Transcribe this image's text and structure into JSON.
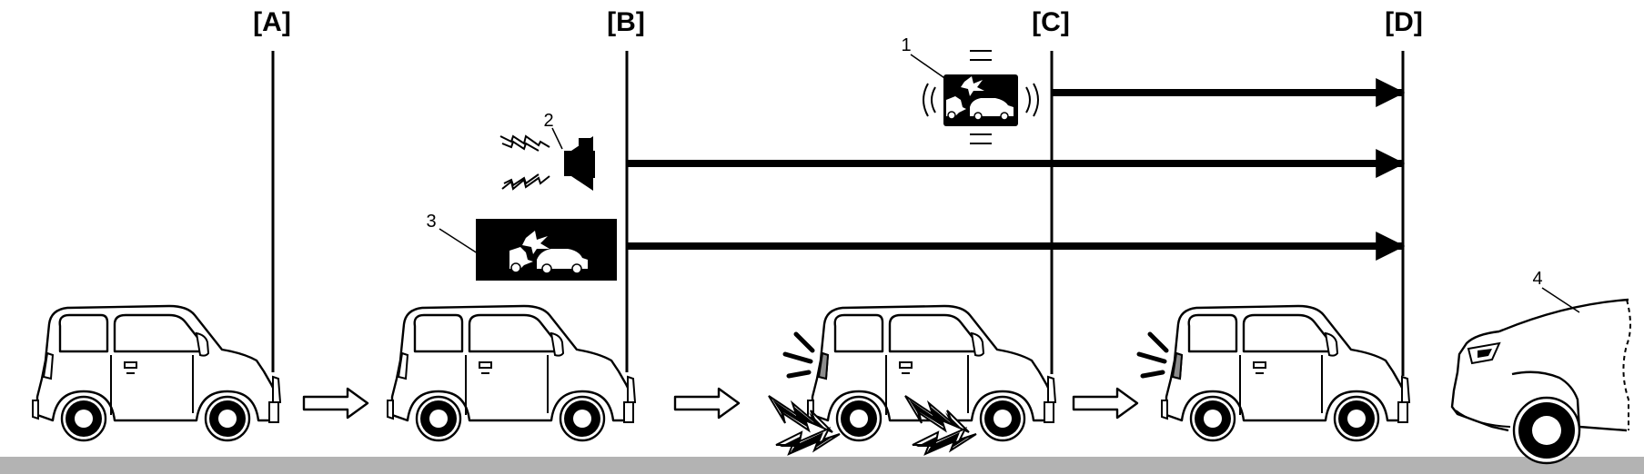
{
  "stages": [
    {
      "label": "[A]"
    },
    {
      "label": "[B]"
    },
    {
      "label": "[C]"
    },
    {
      "label": "[D]"
    }
  ],
  "callouts": [
    {
      "number": "1",
      "meaning": "icon-display-warning-flash"
    },
    {
      "number": "2",
      "meaning": "buzzer-icon"
    },
    {
      "number": "3",
      "meaning": "icon-display-warning"
    },
    {
      "number": "4",
      "meaning": "vehicle-ahead"
    }
  ],
  "colors": {
    "line": "#000000",
    "ground": "#b3b3b3",
    "window_tint": "#8c8c8c",
    "background": "#ffffff"
  }
}
